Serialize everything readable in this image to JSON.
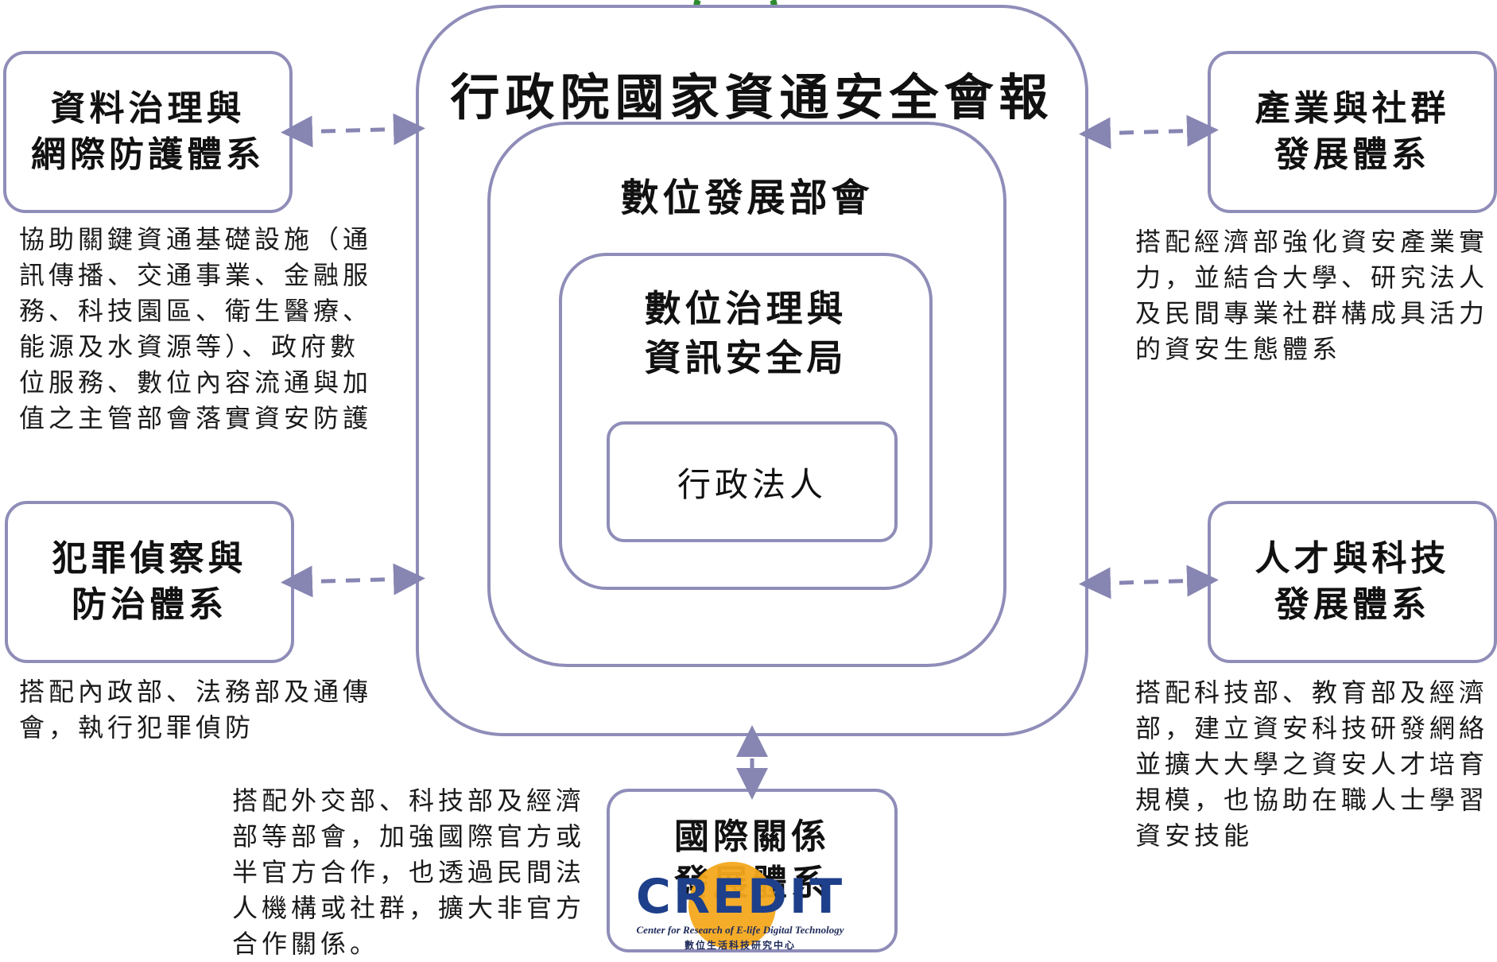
{
  "central": {
    "outer_title": "行政院國家資通安全會報",
    "middle_title": "數位發展部會",
    "inner_title_lines": [
      "數位治理與",
      "資訊安全局"
    ],
    "core_title": "行政法人"
  },
  "left_top": {
    "title_lines": [
      "資料治理與",
      "網際防護體系"
    ],
    "desc_lines": [
      "協助關鍵資通基礎設施（通",
      "訊傳播、交通事業、金融服",
      "務、科技園區、衛生醫療、",
      "能源及水資源等）、政府數",
      "位服務、數位內容流通與加",
      "值之主管部會落實資安防護"
    ]
  },
  "left_bottom": {
    "title_lines": [
      "犯罪偵察與",
      "防治體系"
    ],
    "desc_lines": [
      "搭配內政部、法務部及通傳",
      "會，執行犯罪偵防"
    ]
  },
  "right_top": {
    "title_lines": [
      "產業與社群",
      "發展體系"
    ],
    "desc_lines": [
      "搭配經濟部強化資安產業實",
      "力，並結合大學、研究法人",
      "及民間專業社群構成具活力",
      "的資安生態體系"
    ]
  },
  "right_bottom": {
    "title_lines": [
      "人才與科技",
      "發展體系"
    ],
    "desc_lines": [
      "搭配科技部、教育部及經濟",
      "部，建立資安科技研發網絡",
      "並擴大大學之資安人才培育",
      "規模，也協助在職人士學習",
      "資安技能"
    ]
  },
  "bottom": {
    "title_lines": [
      "國際關係",
      "發展體系"
    ],
    "desc_lines": [
      "搭配外交部、科技部及經濟",
      "部等部會，加強國際官方或",
      "半官方合作，也透過民間法",
      "人機構或社群，擴大非官方",
      "合作關係。"
    ]
  },
  "watermark": {
    "name": "CREDIT",
    "subtitle": "Center for Research of E-life Digital Technology",
    "chinese": "數位生活科技研究中心"
  },
  "colors": {
    "border": "#8f8db8",
    "arrow": "#8785b2",
    "logo_blue": "#1e3f8a",
    "logo_orange": "#f4a81d",
    "top_green": "#2e8b2e"
  }
}
